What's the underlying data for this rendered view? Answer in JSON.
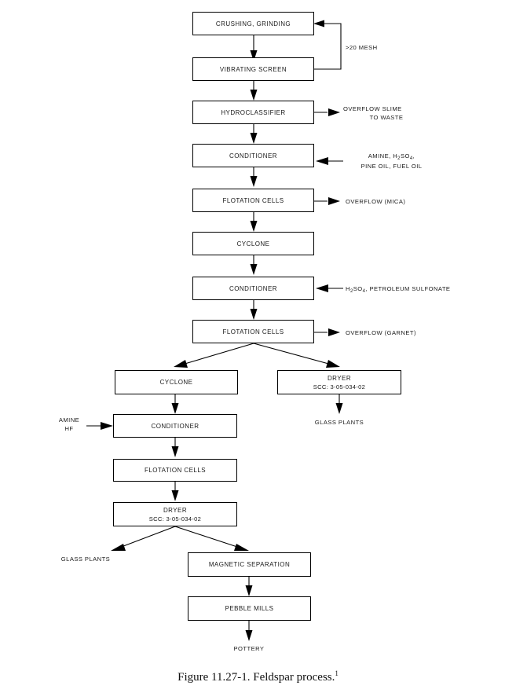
{
  "figure": {
    "caption_text": "Figure 11.27-1.  Feldspar process.",
    "caption_footnote": "1"
  },
  "colors": {
    "line": "#000000",
    "box_border": "#000000",
    "box_fill": "#ffffff",
    "text": "#1a1a1a",
    "page_background": "#ffffff"
  },
  "boxes": {
    "crushing_grinding": {
      "label": "CRUSHING, GRINDING"
    },
    "vibrating_screen": {
      "label": "VIBRATING SCREEN"
    },
    "hydroclassifier": {
      "label": "HYDROCLASSIFIER"
    },
    "conditioner_1": {
      "label": "CONDITIONER"
    },
    "flotation_cells_1": {
      "label": "FLOTATION CELLS"
    },
    "cyclone_1": {
      "label": "CYCLONE"
    },
    "conditioner_2": {
      "label": "CONDITIONER"
    },
    "flotation_cells_2": {
      "label": "FLOTATION CELLS"
    },
    "cyclone_2": {
      "label": "CYCLONE"
    },
    "dryer_right": {
      "label": "DRYER",
      "scc": "SCC:  3-05-034-02"
    },
    "conditioner_3": {
      "label": "CONDITIONER"
    },
    "flotation_cells_3": {
      "label": "FLOTATION CELLS"
    },
    "dryer_left": {
      "label": "DRYER",
      "scc": "SCC:  3-05-034-02"
    },
    "magnetic_separation": {
      "label": "MAGNETIC SEPARATION"
    },
    "pebble_mills": {
      "label": "PEBBLE MILLS"
    }
  },
  "stream_labels": {
    "mesh_recycle": ">20 MESH",
    "overflow_slime_line1": "OVERFLOW SLIME",
    "overflow_slime_line2": "TO WASTE",
    "reagents_1_line1_a": "AMINE, H",
    "reagents_1_line1_sub1": "2",
    "reagents_1_line1_b": "SO",
    "reagents_1_line1_sub2": "4",
    "reagents_1_line1_c": ",",
    "reagents_1_line2": "PINE OIL, FUEL OIL",
    "overflow_mica": "OVERFLOW (MICA)",
    "reagents_2_a": "H",
    "reagents_2_sub1": "2",
    "reagents_2_b": "SO",
    "reagents_2_sub2": "4",
    "reagents_2_c": ", PETROLEUM SULFONATE",
    "overflow_garnet": "OVERFLOW (GARNET)",
    "amine_hf_line1": "AMINE",
    "amine_hf_line2": "HF",
    "glass_plants_right": "GLASS PLANTS",
    "glass_plants_left": "GLASS PLANTS",
    "pottery": "POTTERY"
  }
}
